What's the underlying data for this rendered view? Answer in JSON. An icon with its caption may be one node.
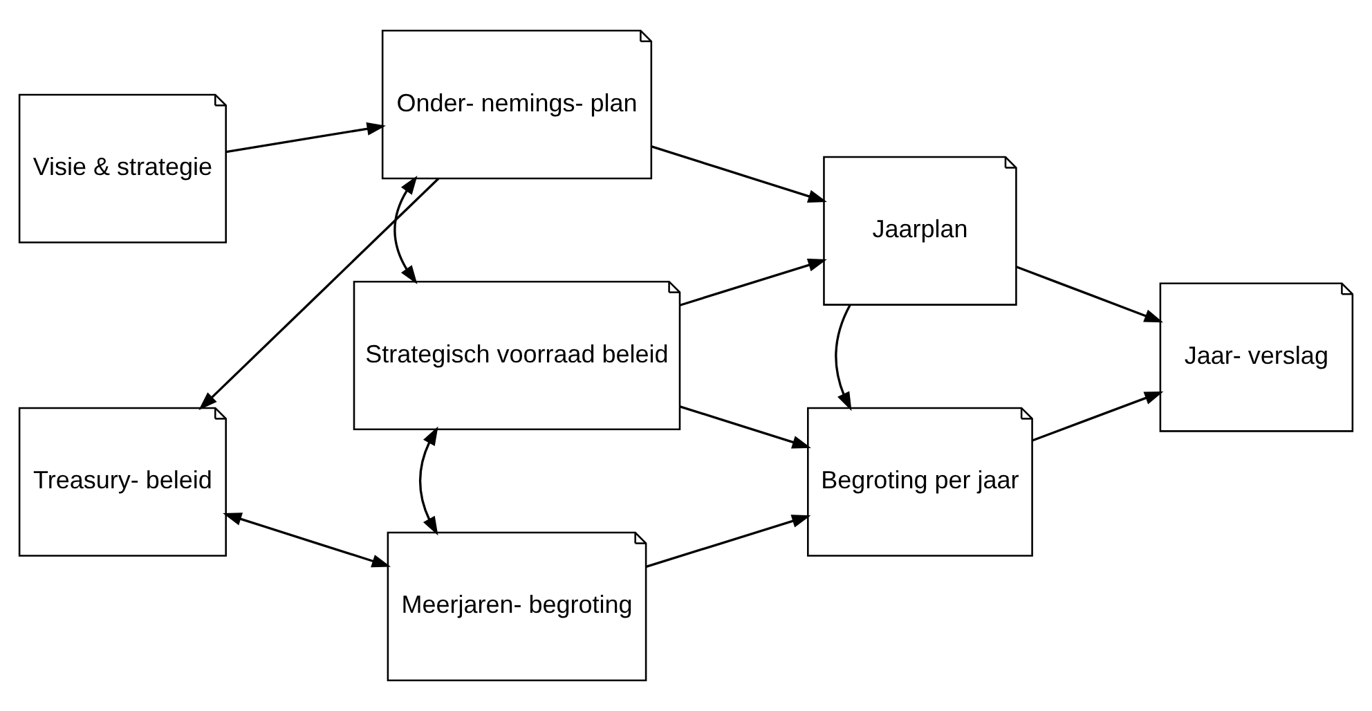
{
  "diagram": {
    "nodes": [
      {
        "text": [
          "Visie & strategie"
        ]
      },
      {
        "text": [
          "Onder- nemings- plan"
        ]
      },
      {
        "text": [
          "Jaarplan"
        ]
      },
      {
        "text": [
          "Strategisch voorraad beleid"
        ]
      },
      {
        "text": [
          "Jaar- verslag"
        ]
      },
      {
        "text": [
          "Treasury- beleid"
        ]
      },
      {
        "text": [
          "Meerjaren- begroting"
        ]
      },
      {
        "text": [
          "Begroting per jaar"
        ]
      }
    ],
    "edges": [
      {
        "from": 0,
        "to": 1,
        "arrow": "to"
      },
      {
        "from": 1,
        "to": 2,
        "arrow": "to"
      },
      {
        "from": 1,
        "to": 5,
        "arrow": "to"
      },
      {
        "from": 1,
        "to": 3,
        "arrow": "both"
      },
      {
        "from": 3,
        "to": 2,
        "arrow": "to"
      },
      {
        "from": 3,
        "to": 7,
        "arrow": "to"
      },
      {
        "from": 2,
        "to": 7,
        "arrow": "to"
      },
      {
        "from": 2,
        "to": 4,
        "arrow": "to"
      },
      {
        "from": 3,
        "to": 6,
        "arrow": "both"
      },
      {
        "from": 5,
        "to": 6,
        "arrow": "both"
      },
      {
        "from": 6,
        "to": 7,
        "arrow": "to"
      },
      {
        "from": 7,
        "to": 4,
        "arrow": "to"
      }
    ]
  }
}
